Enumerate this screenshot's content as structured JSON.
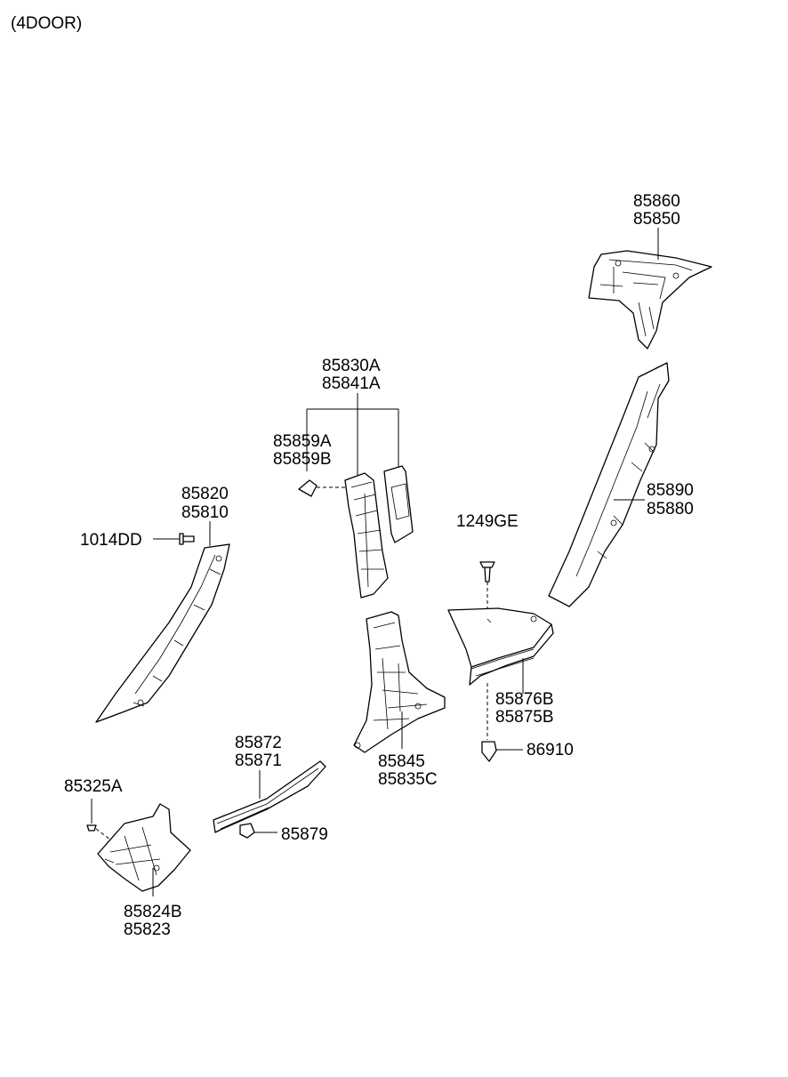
{
  "title": "(4DOOR)",
  "labels": {
    "p85860": "85860",
    "p85850": "85850",
    "p85830A": "85830A",
    "p85841A": "85841A",
    "p85859A": "85859A",
    "p85859B": "85859B",
    "p85820": "85820",
    "p85810": "85810",
    "p1014DD": "1014DD",
    "p1249GE": "1249GE",
    "p85890": "85890",
    "p85880": "85880",
    "p85876B": "85876B",
    "p85875B": "85875B",
    "p86910": "86910",
    "p85845": "85845",
    "p85835C": "85835C",
    "p85872": "85872",
    "p85871": "85871",
    "p85879": "85879",
    "p85325A": "85325A",
    "p85824B": "85824B",
    "p85823": "85823"
  }
}
